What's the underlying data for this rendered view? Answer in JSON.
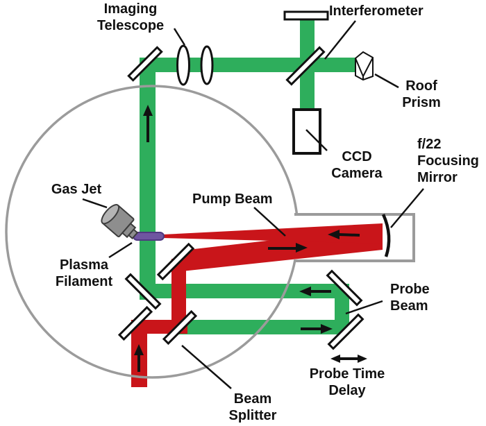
{
  "colors": {
    "green": "#2eae5c",
    "red": "#c9151a",
    "gray": "#9b9b9b",
    "purple": "#6f55a0",
    "ink": "#111111"
  },
  "labels": {
    "imaging_telescope": "Imaging\nTelescope",
    "interferometer": "Interferometer",
    "roof_prism": "Roof\nPrism",
    "ccd_camera": "CCD\nCamera",
    "f22_focusing_mirror": "f/22\nFocusing\nMirror",
    "gas_jet": "Gas Jet",
    "pump_beam": "Pump Beam",
    "plasma_filament": "Plasma\nFilament",
    "probe_beam": "Probe\nBeam",
    "probe_time_delay": "Probe Time\nDelay",
    "beam_splitter": "Beam\nSplitter"
  }
}
